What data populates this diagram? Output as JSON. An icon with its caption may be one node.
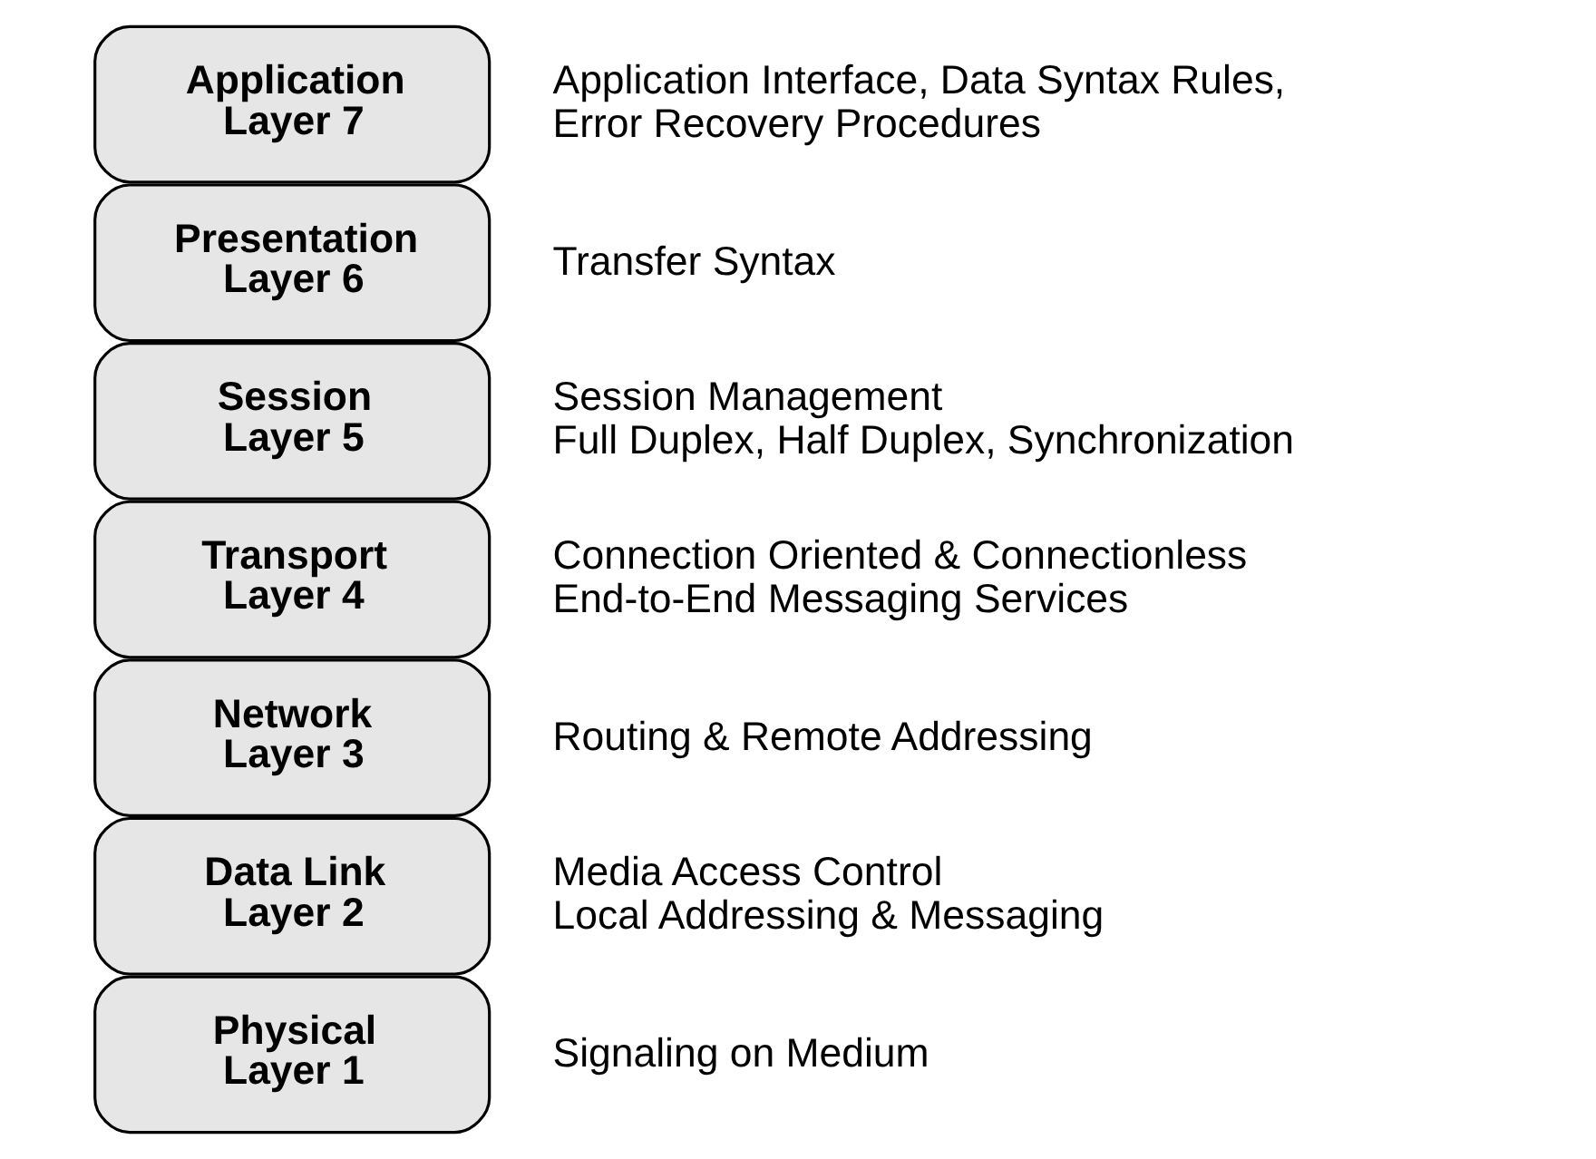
{
  "diagram": {
    "nodes": [
      {
        "text": [
          "Application",
          "Layer 7"
        ],
        "beside": [
          "Application Interface, Data Syntax Rules, Error Recovery Procedures"
        ]
      },
      {
        "text": [
          "Presentation",
          "Layer 6"
        ],
        "beside": [
          "Transfer Syntax"
        ]
      },
      {
        "text": [
          "Session",
          "Layer 5"
        ],
        "beside": [
          "Session Management",
          "Full Duplex, Half Duplex, Synchronization"
        ]
      },
      {
        "text": [
          "Transport",
          "Layer 4"
        ],
        "beside": [
          "Connection Oriented & Connectionless",
          "End-to-End Messaging Services"
        ]
      },
      {
        "text": [
          "Network",
          "Layer 3"
        ],
        "beside": [
          "Routing & Remote Addressing"
        ]
      },
      {
        "text": [
          "Data Link",
          "Layer 2"
        ],
        "beside": [
          "Media Access Control",
          "Local Addressing & Messaging"
        ]
      },
      {
        "text": [
          "Physical",
          "Layer 1"
        ],
        "beside": [
          "Signaling on Medium"
        ]
      }
    ]
  }
}
